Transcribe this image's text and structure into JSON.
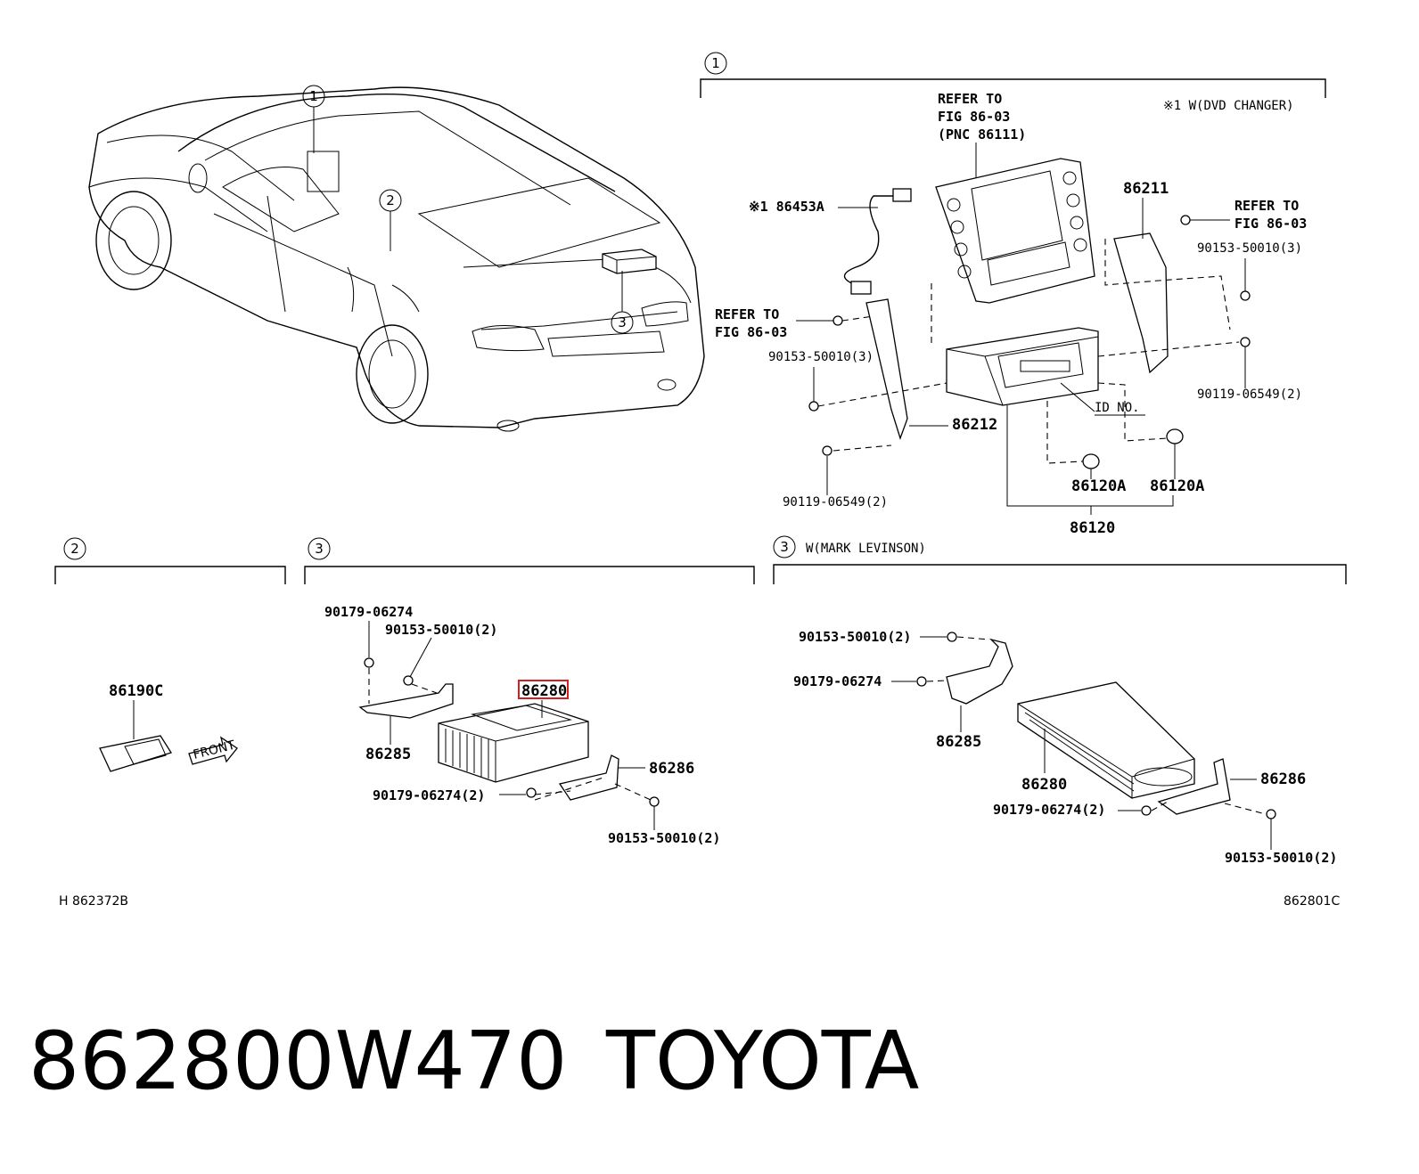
{
  "sections": {
    "s1_callout": "1",
    "s1_note": "※1 W(DVD CHANGER)",
    "s2_callout": "2",
    "s3_callout": "3",
    "s3b_callout": "3",
    "s3b_note": "W(MARK LEVINSON)"
  },
  "car_callouts": [
    "1",
    "2",
    "3"
  ],
  "section1": {
    "refer_top": [
      "REFER TO",
      "FIG 86-03",
      "(PNC 86111)"
    ],
    "refer_left": [
      "REFER TO",
      "FIG 86-03"
    ],
    "refer_right": [
      "REFER TO",
      "FIG 86-03"
    ],
    "p86453A": "※1 86453A",
    "p86211": "86211",
    "p86212": "86212",
    "p90153_right": "90153-50010(3)",
    "p90153_left": "90153-50010(3)",
    "p90119_right": "90119-06549(2)",
    "p90119_left": "90119-06549(2)",
    "id_no": "ID NO.",
    "p86120A_1": "86120A",
    "p86120A_2": "86120A",
    "p86120": "86120"
  },
  "section2": {
    "p86190C": "86190C",
    "front": "FRONT"
  },
  "section3": {
    "p90179_top": "90179-06274",
    "p90153_top": "90153-50010(2)",
    "p86280": "86280",
    "p86285": "86285",
    "p86286": "86286",
    "p90179_bottom": "90179-06274(2)",
    "p90153_bottom": "90153-50010(2)"
  },
  "section3b": {
    "p90153_top": "90153-50010(2)",
    "p90179_top": "90179-06274",
    "p86285": "86285",
    "p86280": "86280",
    "p86286": "86286",
    "p90179_bottom": "90179-06274(2)",
    "p90153_bottom": "90153-50010(2)"
  },
  "footer": {
    "ref_left": "H 862372B",
    "ref_right": "862801C"
  },
  "title": {
    "part_number": "862800W470",
    "brand": "TOYOTA"
  },
  "colors": {
    "line": "#000000",
    "highlight": "#d21f1f",
    "background": "#ffffff"
  }
}
